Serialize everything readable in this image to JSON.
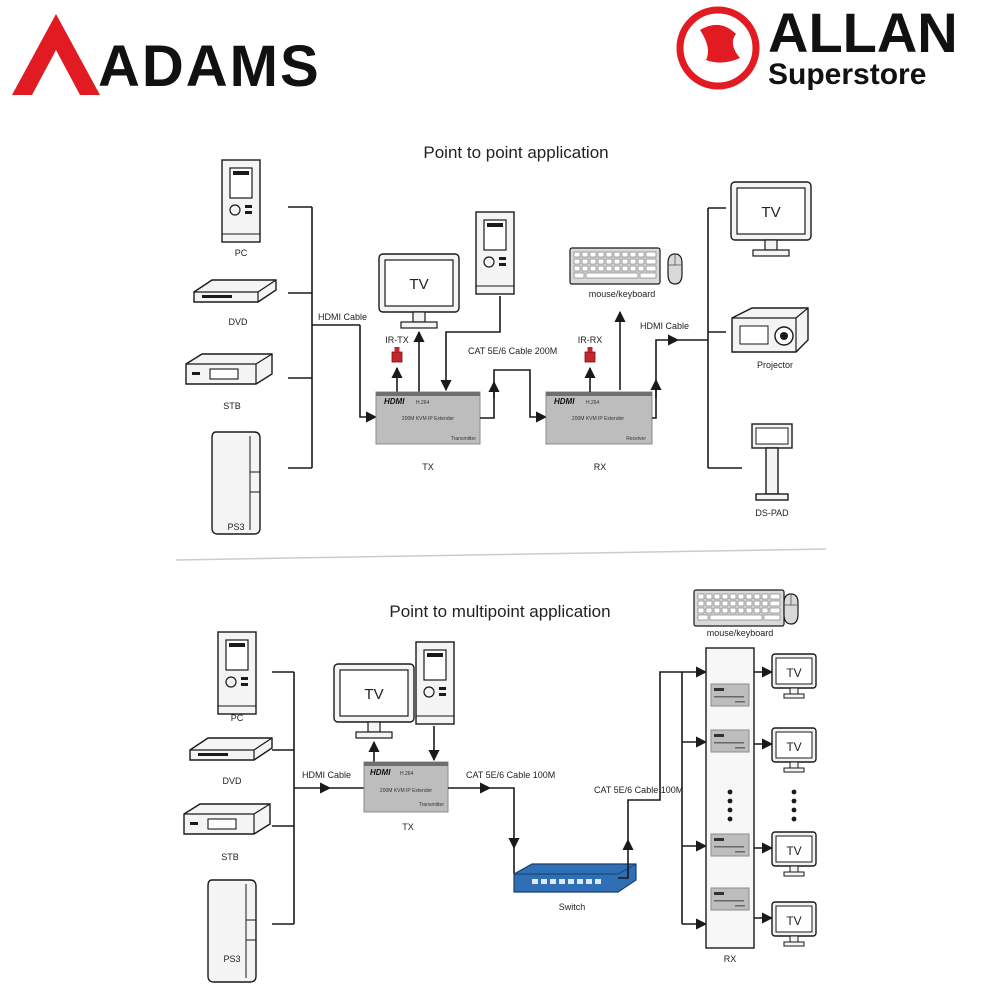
{
  "brands": {
    "left": "ADAMS",
    "right_main": "ALLAN",
    "right_sub": "Superstore",
    "red": "#e21b23"
  },
  "p2p": {
    "title": "Point to point application",
    "sources": [
      "PC",
      "DVD",
      "STB",
      "PS3"
    ],
    "hdmi_cable_in": "HDMI Cable",
    "ir_tx": "IR-TX",
    "ir_rx": "IR-RX",
    "tv_local": "TV",
    "cat_cable": "CAT 5E/6 Cable 200M",
    "mouse_keyboard": "mouse/keyboard",
    "hdmi_cable_out": "HDMI Cable",
    "tx_label": "TX",
    "rx_label": "RX",
    "tx_box": {
      "logo": "HDMI",
      "codec": "H.264",
      "model": "200M KVM IP Extender",
      "role": "Transmitter"
    },
    "rx_box": {
      "logo": "HDMI",
      "codec": "H.264",
      "model": "200M KVM IP Extender",
      "role": "Receiver"
    },
    "outputs": [
      "TV",
      "Projector",
      "DS-PAD"
    ]
  },
  "p2mp": {
    "title": "Point to multipoint  application",
    "sources": [
      "PC",
      "DVD",
      "STB",
      "PS3"
    ],
    "hdmi_cable": "HDMI Cable",
    "tv_local": "TV",
    "tx_label": "TX",
    "tx_box": {
      "logo": "HDMI",
      "codec": "H.264",
      "model": "200M KVM IP Extender",
      "role": "Transmitter"
    },
    "cat_cable_1": "CAT 5E/6 Cable 100M",
    "cat_cable_2": "CAT 5E/6 Cable 100M",
    "switch_label": "Switch",
    "mouse_keyboard": "mouse/keyboard",
    "rx_label": "RX",
    "rx_tvs": [
      "TV",
      "TV",
      "TV",
      "TV"
    ]
  }
}
